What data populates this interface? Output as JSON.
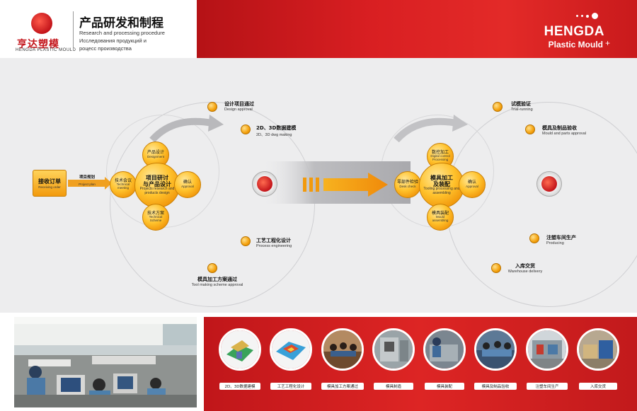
{
  "header": {
    "logo_cn": "亨达塑模",
    "logo_en": "HENGDA PLASTIC MOULD",
    "title": "产品研发和制程",
    "sub_en": "Research and processing procedure",
    "sub_ru1": "Исследования продукций и",
    "sub_ru2": "роцесс производства",
    "brand_line1": "HENGDA",
    "brand_line2": "Plastic Mould",
    "brand_plus": "+"
  },
  "flow_left": {
    "start_cn": "接收订单",
    "start_en": "Receiving order",
    "plan_cn": "项目规划",
    "plan_en": "Project plan",
    "center_cn1": "项目研讨",
    "center_cn2": "与产品设计",
    "center_en": "Projects research and products design",
    "top_cn": "产品设计",
    "top_en": "Designment",
    "left_cn": "技术会议",
    "left_en": "Technical meeting",
    "right_cn": "确认",
    "right_en": "Approval",
    "bottom_cn": "技术方案",
    "bottom_en": "Technical Scheme",
    "step1_cn": "设计项目通过",
    "step1_en": "Design approval",
    "step2_cn": "2D、3D数据建模",
    "step2_en": "2D、3D dwg making",
    "step3_cn": "工艺工程化设计",
    "step3_en": "Process engineering",
    "step4_cn": "模具加工方案通过",
    "step4_en": "Tool making scheme approval"
  },
  "flow_right": {
    "center_cn1": "模具加工",
    "center_cn2": "及装配",
    "center_en": "Tooling processing and assembling",
    "top_cn": "数控加工",
    "top_en": "Digital control Processing",
    "left_cn": "零部件检验",
    "left_en": "Desk check",
    "right_cn": "确认",
    "right_en": "Approval",
    "bottom_cn": "模具装配",
    "bottom_en": "Mould assembling",
    "step1_cn": "试模验证",
    "step1_en": "Trial-running",
    "step2_cn": "模具及制品验收",
    "step2_en": "Mould and parts approval",
    "step3_cn": "注塑车间生产",
    "step3_en": "Producing",
    "step4_cn": "入库交货",
    "step4_en": "Warehouse delivery"
  },
  "captions": [
    "2D、3D数据建模",
    "工艺工程化设计",
    "模具加工方案通过",
    "模具制造",
    "模具装配",
    "模具及制品验收",
    "注塑车间生产",
    "入库交货"
  ],
  "colors": {
    "brand_red": "#d91f22",
    "orange": "#f4a10c",
    "background": "#ededee"
  }
}
